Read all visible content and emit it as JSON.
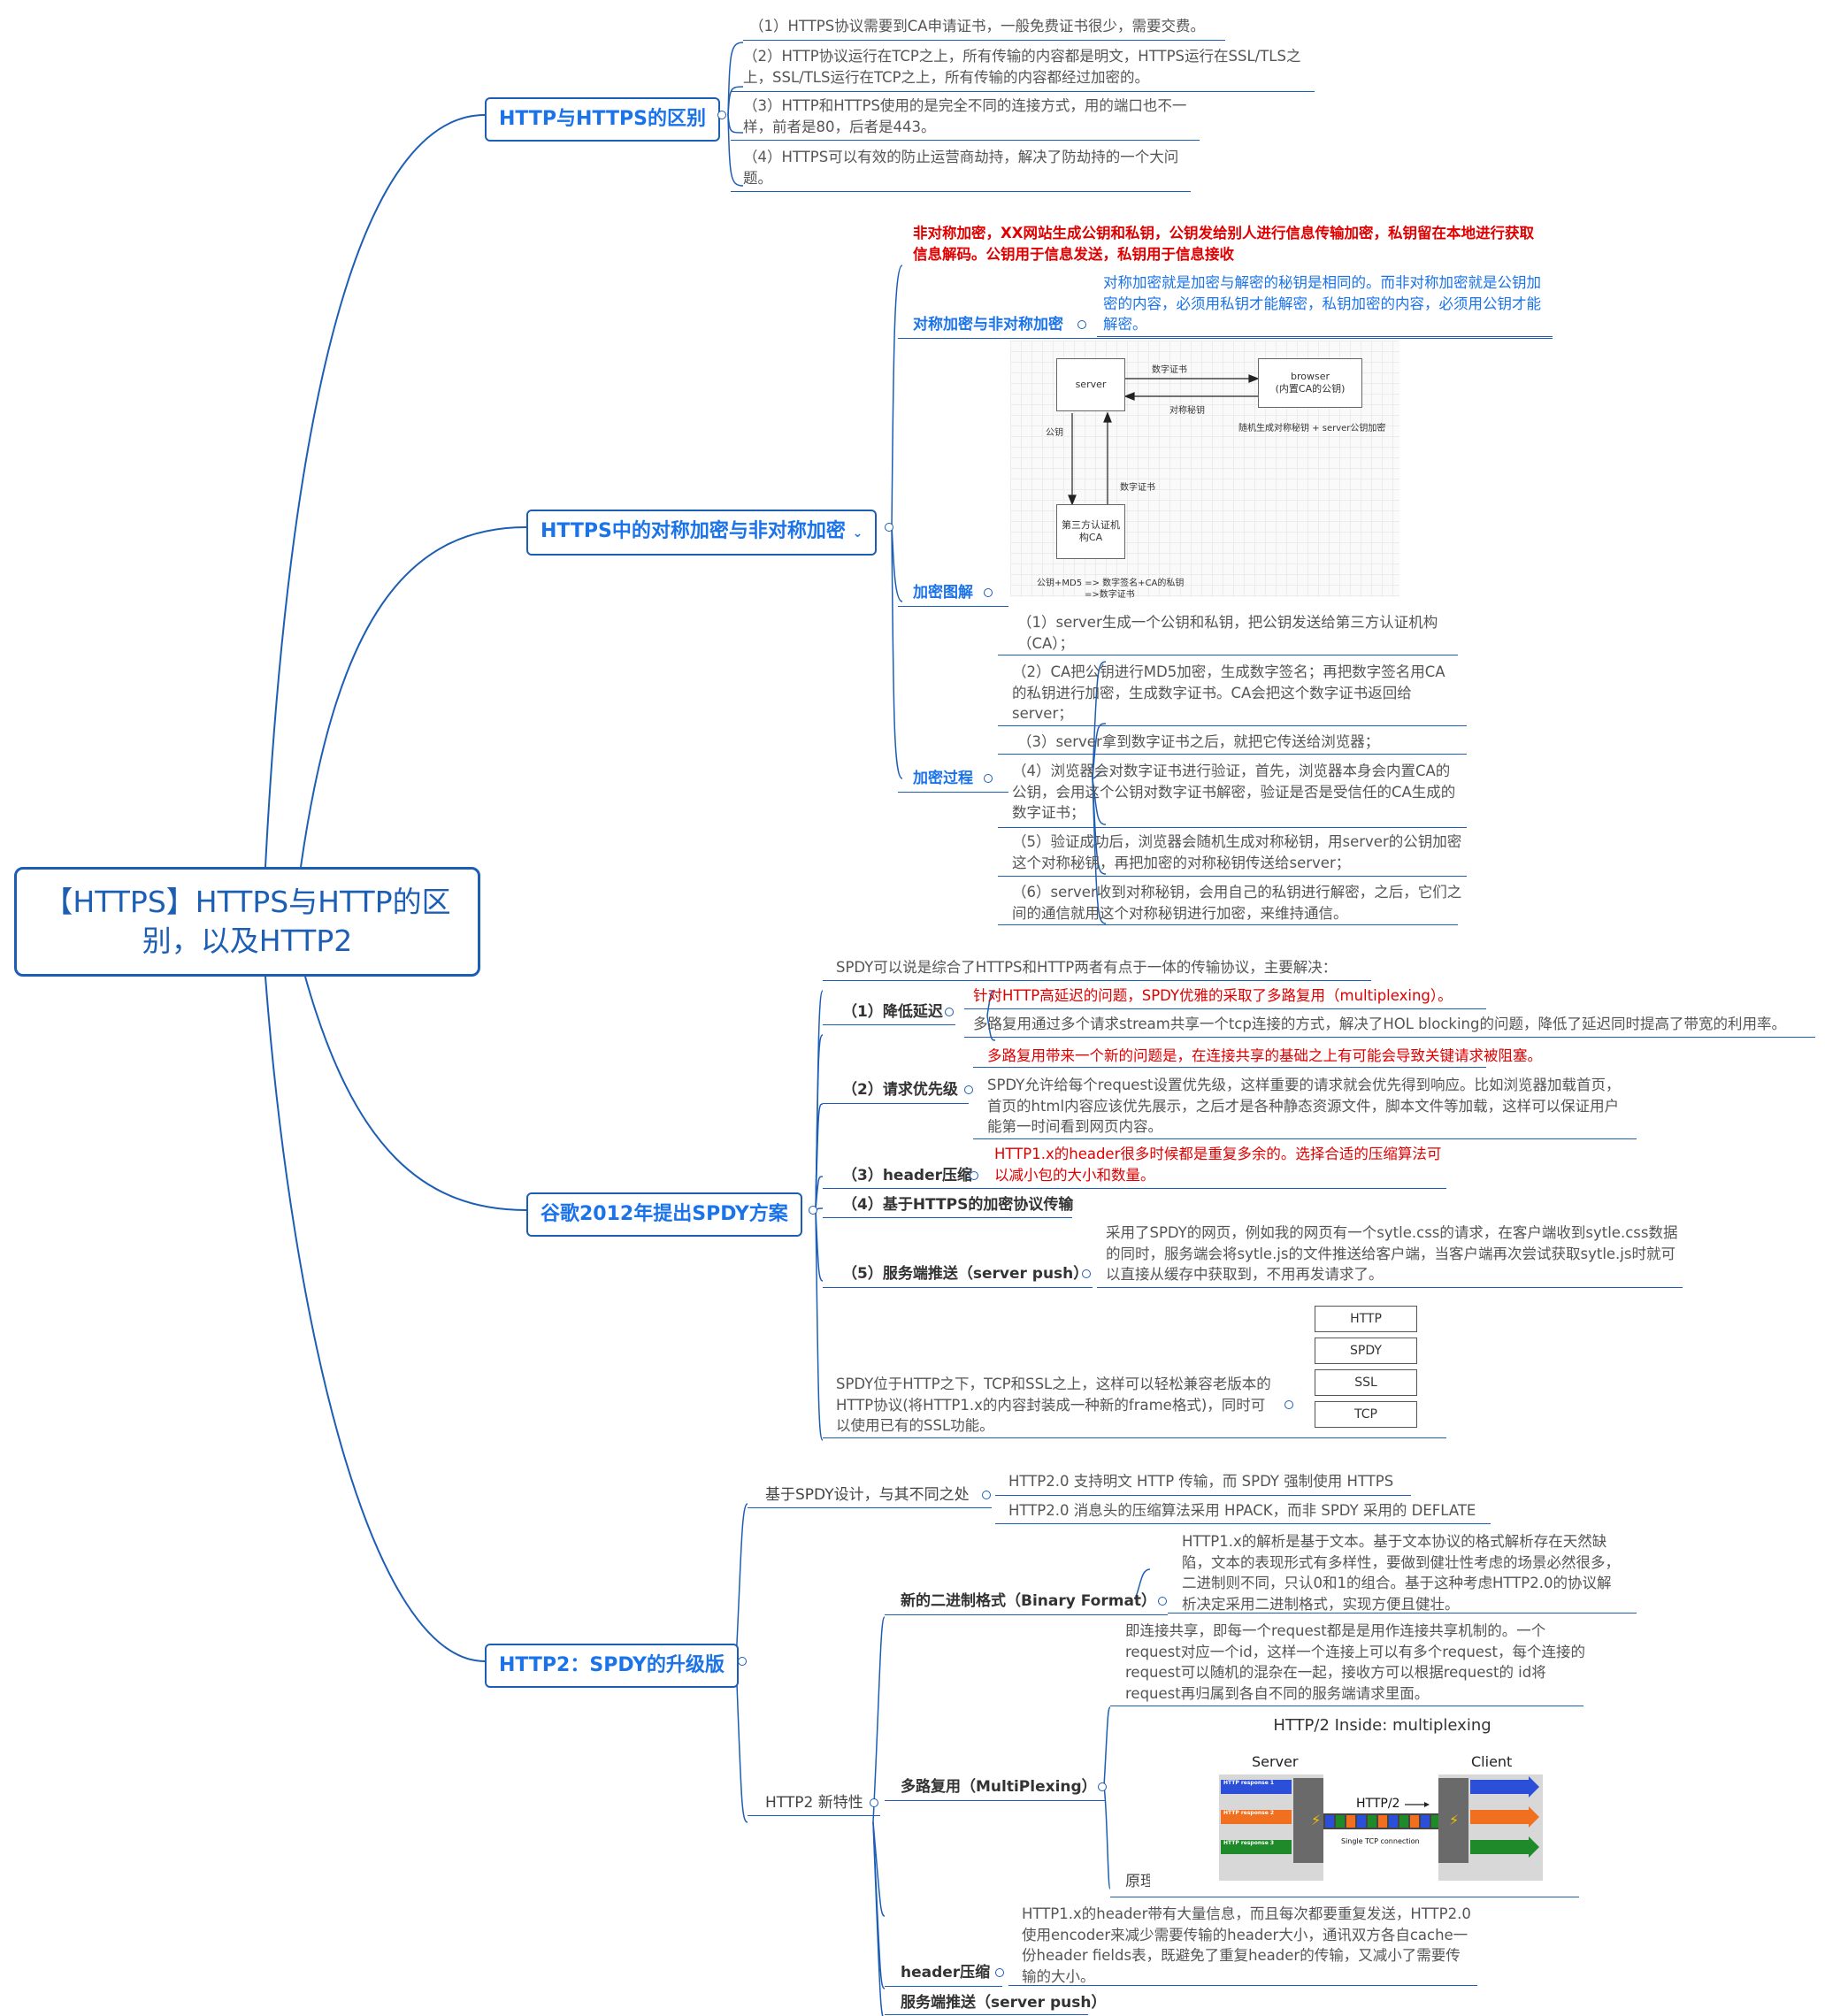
{
  "root": "【HTTPS】HTTPS与HTTP的区别，以及HTTP2",
  "b1": {
    "title": "HTTP与HTTPS的区别",
    "notes": [
      "（1）HTTPS协议需要到CA申请证书，一般免费证书很少，需要交费。",
      "（2）HTTP协议运行在TCP之上，所有传输的内容都是明文，HTTPS运行在SSL/TLS之上，SSL/TLS运行在TCP之上，所有传输的内容都经过加密的。",
      "（3）HTTP和HTTPS使用的是完全不同的连接方式，用的端口也不一样，前者是80，后者是443。",
      "（4）HTTPS可以有效的防止运营商劫持，解决了防劫持的一个大问题。"
    ]
  },
  "b2": {
    "title": "HTTPS中的对称加密与非对称加密",
    "top_note": "非对称加密，XX网站生成公钥和私钥，公钥发给别人进行信息传输加密，私钥留在本地进行获取信息解码。公钥用于信息发送，私钥用于信息接收",
    "sub1": "对称加密与非对称加密",
    "sub1_note": "对称加密就是加密与解密的秘钥是相同的。而非对称加密就是公钥加密的内容，必须用私钥才能解密，私钥加密的内容，必须用公钥才能解密。",
    "sub2": "加密图解",
    "sub3": "加密过程",
    "steps": [
      "（1）server生成一个公钥和私钥，把公钥发送给第三方认证机构（CA）；",
      "（2）CA把公钥进行MD5加密，生成数字签名；再把数字签名用CA的私钥进行加密，生成数字证书。CA会把这个数字证书返回给server；",
      "（3）server拿到数字证书之后，就把它传送给浏览器；",
      "（4）浏览器会对数字证书进行验证，首先，浏览器本身会内置CA的公钥，会用这个公钥对数字证书解密，验证是否是受信任的CA生成的数字证书；",
      "（5）验证成功后，浏览器会随机生成对称秘钥，用server的公钥加密这个对称秘钥，再把加密的对称秘钥传送给server；",
      "（6）server收到对称秘钥，会用自己的私钥进行解密，之后，它们之间的通信就用这个对称秘钥进行加密，来维持通信。"
    ],
    "diagram": {
      "server": "server",
      "browser_1": "browser",
      "browser_2": "(内置CA的公钥)",
      "ca_1": "第三方认证机",
      "ca_2": "构CA",
      "cert_top": "数字证书",
      "sym_key": "对称秘钥",
      "random": "随机生成对称秘钥 + server公钥加密",
      "pubkey": "公钥",
      "cert_side": "数字证书",
      "formula_1": "公钥+MD5 => 数字签名+CA的私钥",
      "formula_2": "=>数字证书"
    }
  },
  "b3": {
    "title": "谷歌2012年提出SPDY方案",
    "intro": "SPDY可以说是综合了HTTPS和HTTP两者有点于一体的传输协议，主要解决：",
    "sub1": "（1）降低延迟",
    "sub1_red": "针对HTTP高延迟的问题，SPDY优雅的采取了多路复用（multiplexing）。",
    "sub1_note": "多路复用通过多个请求stream共享一个tcp连接的方式，解决了HOL blocking的问题，降低了延迟同时提高了带宽的利用率。",
    "sub2": "（2）请求优先级",
    "sub2_red": "多路复用带来一个新的问题是，在连接共享的基础之上有可能会导致关键请求被阻塞。",
    "sub2_note": "SPDY允许给每个request设置优先级，这样重要的请求就会优先得到响应。比如浏览器加载首页，首页的html内容应该优先展示，之后才是各种静态资源文件，脚本文件等加载，这样可以保证用户能第一时间看到网页内容。",
    "sub3": "（3）header压缩",
    "sub3_red": "HTTP1.x的header很多时候都是重复多余的。选择合适的压缩算法可以减小包的大小和数量。",
    "sub4": "（4）基于HTTPS的加密协议传输",
    "sub5": "（5）服务端推送（server push）",
    "sub5_note": "采用了SPDY的网页，例如我的网页有一个sytle.css的请求，在客户端收到sytle.css数据的同时，服务端会将sytle.js的文件推送给客户端，当客户端再次尝试获取sytle.js时就可以直接从缓存中获取到，不用再发请求了。",
    "sub6": "SPDY位于HTTP之下，TCP和SSL之上，这样可以轻松兼容老版本的HTTP协议(将HTTP1.x的内容封装成一种新的frame格式)，同时可以使用已有的SSL功能。",
    "stack": [
      "HTTP",
      "SPDY",
      "SSL",
      "TCP"
    ]
  },
  "b4": {
    "title": "HTTP2：SPDY的升级版",
    "diff": "基于SPDY设计，与其不同之处",
    "diff_notes": [
      "HTTP2.0 支持明文 HTTP 传输，而 SPDY 强制使用 HTTPS",
      "HTTP2.0 消息头的压缩算法采用 HPACK，而非 SPDY 采用的 DEFLATE"
    ],
    "features": "HTTP2 新特性",
    "f1": "新的二进制格式（Binary Format）",
    "f1_note": "HTTP1.x的解析是基于文本。基于文本协议的格式解析存在天然缺陷，文本的表现形式有多样性，要做到健壮性考虑的场景必然很多，二进制则不同，只认0和1的组合。基于这种考虑HTTP2.0的协议解析决定采用二进制格式，实现方便且健壮。",
    "f2": "多路复用（MultiPlexing）",
    "f2_note": "即连接共享，即每一个request都是是用作连接共享机制的。一个request对应一个id，这样一个连接上可以有多个request，每个连接的request可以随机的混杂在一起，接收方可以根据request的 id将request再归属到各自不同的服务端请求里面。",
    "f2_sub": "原理图",
    "mux": {
      "title": "HTTP/2 Inside: multiplexing",
      "server": "Server",
      "client": "Client",
      "proto": "HTTP/2",
      "conn": "Single TCP connection",
      "r1": "HTTP response 1",
      "r2": "HTTP response 2",
      "r3": "HTTP response 3"
    },
    "f3": "header压缩",
    "f3_note": "HTTP1.x的header带有大量信息，而且每次都要重复发送，HTTP2.0使用encoder来减少需要传输的header大小，通讯双方各自cache一份header fields表，既避免了重复header的传输，又减小了需要传输的大小。",
    "f4": "服务端推送（server push）"
  }
}
